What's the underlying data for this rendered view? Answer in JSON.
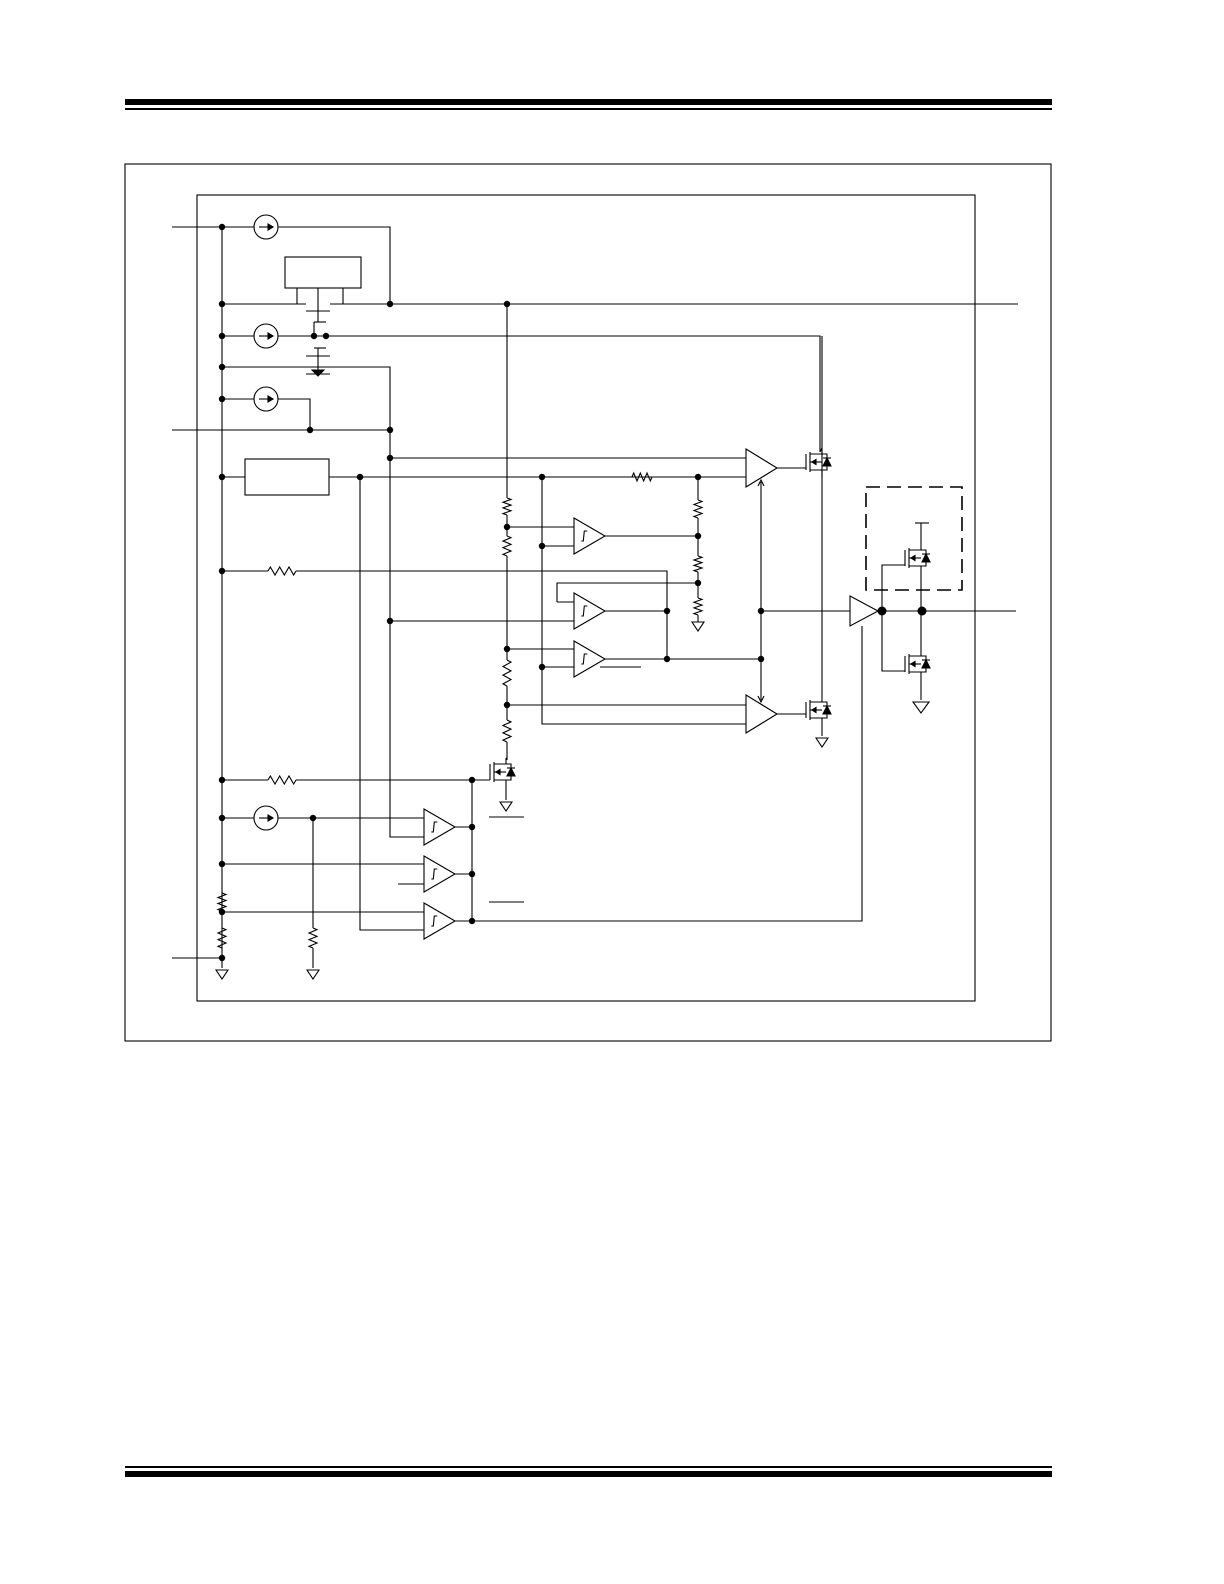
{
  "page": {
    "header_rules": "double",
    "footer_rules": "double"
  },
  "figure": {
    "type": "schematic block diagram",
    "text_labels": [],
    "colors": {
      "ink": "#000000",
      "background": "#ffffff"
    },
    "components": [
      "current-source-icon",
      "current-source-icon",
      "current-source-icon",
      "current-source-icon",
      "mosfet-icon",
      "resistor-icon",
      "comparator-icon",
      "schmitt-comparator-icon",
      "buffer-amplifier-icon",
      "ground-icon"
    ]
  }
}
